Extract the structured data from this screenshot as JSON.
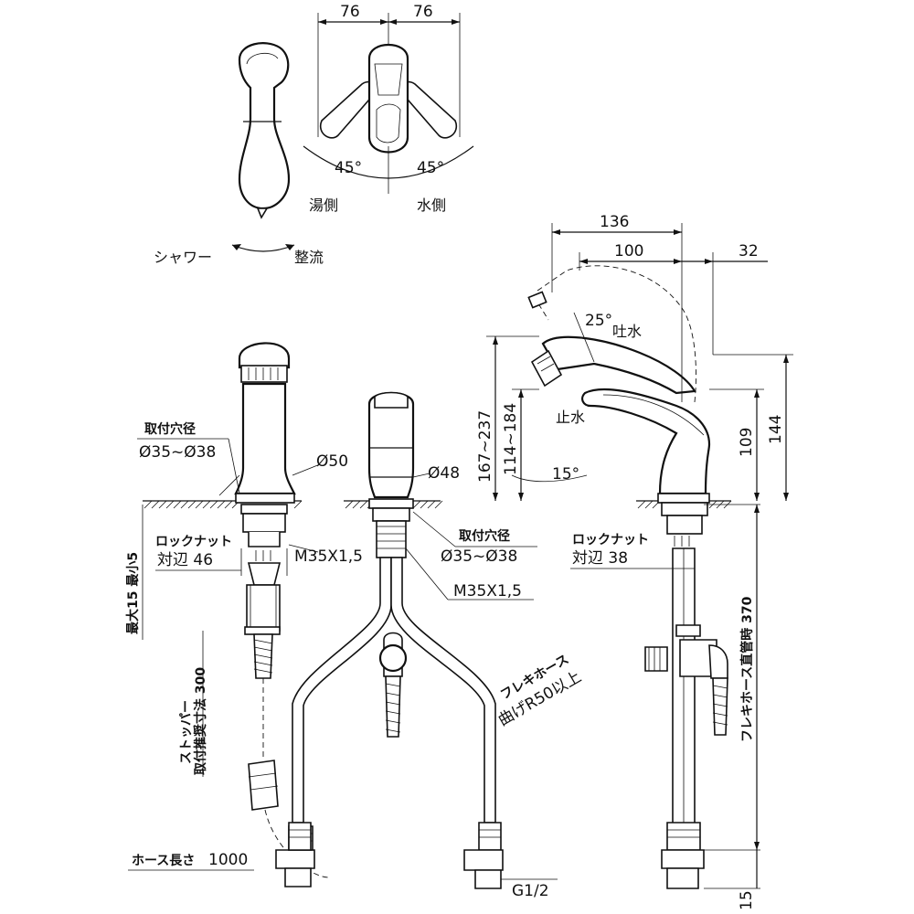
{
  "top_views": {
    "dim_left": "76",
    "dim_right": "76",
    "angle_left": "45°",
    "angle_right": "45°",
    "hot_side": "湯側",
    "cold_side": "水側",
    "shower": "シャワー",
    "aerated": "整流"
  },
  "side_view": {
    "dim_136": "136",
    "dim_100": "100",
    "dim_32": "32",
    "angle_25": "25°",
    "spout": "吐水",
    "range_167": "167~237",
    "range_114": "114~184",
    "stop": "止水",
    "angle_15": "15°",
    "dim_109": "109",
    "dim_144": "144",
    "locknut_label": "ロックナット",
    "locknut_size": "対辺 38",
    "flex_length": "フレキホース直管時 370",
    "dim_15_bottom": "15"
  },
  "left_view": {
    "hole_label": "取付穴径",
    "hole_size": "Ø35~Ø38",
    "dia_50": "Ø50",
    "locknut_label": "ロックナット",
    "locknut_size": "対辺 46",
    "thread": "M35X1,5",
    "thickness": "最大15 最小5",
    "stopper": "ストッパー",
    "stopper_dim": "取付推奨寸法 300",
    "hose_length_label": "ホース長さ",
    "hose_length": "1000"
  },
  "front_view": {
    "dia_48": "Ø48",
    "hole_label": "取付穴径",
    "hole_size": "Ø35~Ø38",
    "thread": "M35X1,5",
    "flex_label": "フレキホース",
    "bend": "曲げR50以上",
    "g_thread": "G1/2"
  }
}
